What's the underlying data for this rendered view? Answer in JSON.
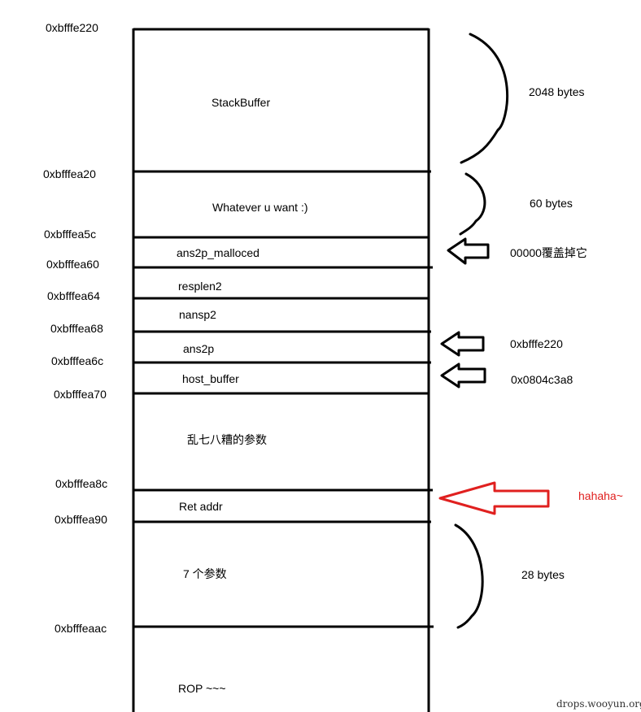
{
  "addresses": [
    "0xbfffe220",
    "0xbfffea20",
    "0xbfffea5c",
    "0xbfffea60",
    "0xbfffea64",
    "0xbfffea68",
    "0xbfffea6c",
    "0xbfffea70",
    "0xbfffea8c",
    "0xbfffea90",
    "0xbfffeaac"
  ],
  "slots": [
    "StackBuffer",
    "Whatever u want :)",
    "ans2p_malloced",
    "resplen2",
    "nansp2",
    "ans2p",
    "host_buffer",
    "乱七八糟的参数",
    "Ret addr",
    "7 个参数",
    "ROP ~~~"
  ],
  "sizes": [
    "2048 bytes",
    "60 bytes",
    "28 bytes"
  ],
  "notes": [
    "00000覆盖掉它",
    "0xbfffe220",
    "0x0804c3a8",
    "hahaha~"
  ],
  "watermark": "drops.wooyun.org",
  "colors": {
    "line": "#000000",
    "accent": "#e0201f",
    "background": "#ffffff"
  }
}
